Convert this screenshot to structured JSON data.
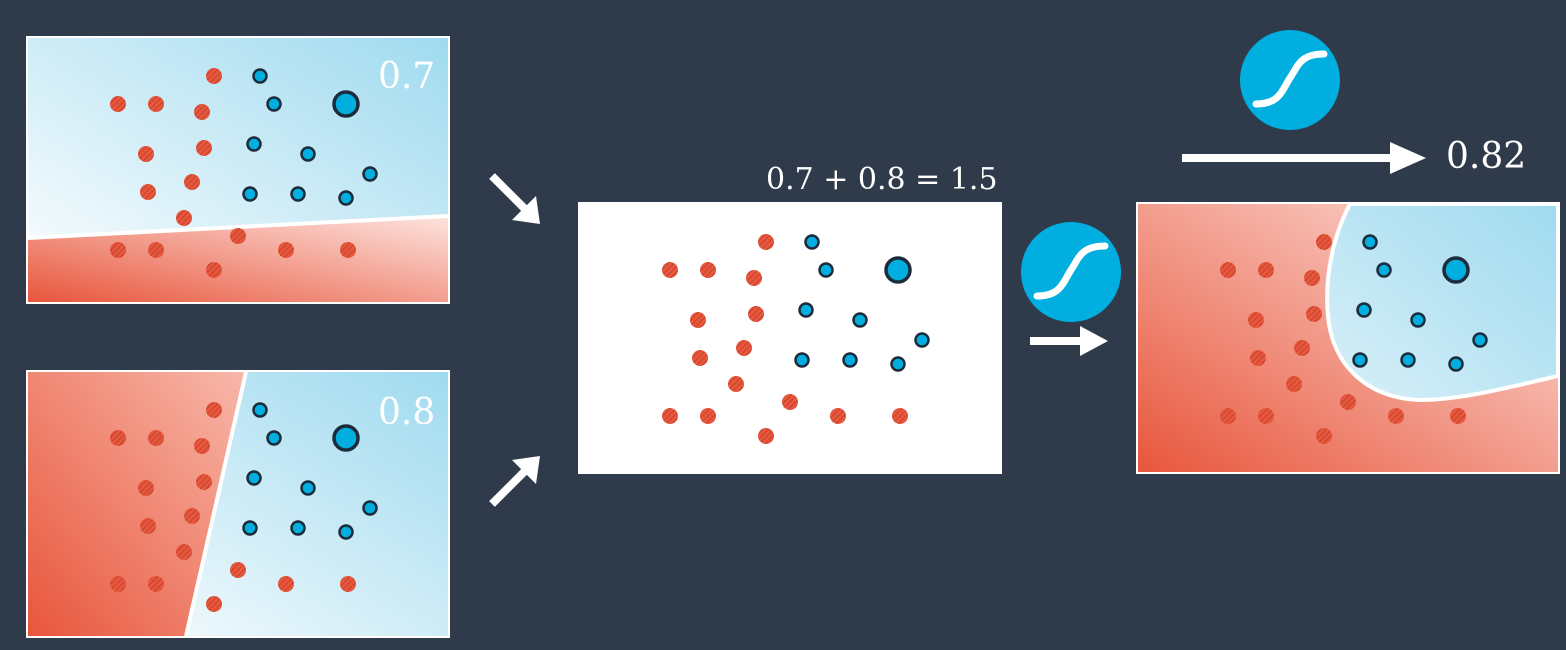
{
  "colors": {
    "background": "#2f3b4a",
    "red": "#e8563c",
    "red_light": "#fadcd6",
    "blue": "#00aee0",
    "blue_light": "#b9e4f2",
    "white": "#ffffff"
  },
  "panels": {
    "top_left": {
      "score": "0.7"
    },
    "bottom_left": {
      "score": "0.8"
    },
    "middle": {
      "equation": "0.7 + 0.8 = 1.5"
    },
    "right": {
      "output": "0.82"
    }
  },
  "icons": {
    "sigmoid_top": "sigmoid-icon",
    "sigmoid_mid": "sigmoid-icon"
  }
}
